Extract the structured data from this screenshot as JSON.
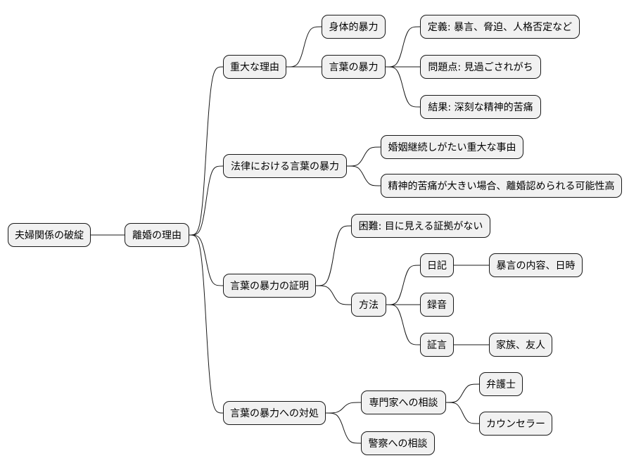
{
  "diagram": {
    "type": "mindmap",
    "colors": {
      "node_fill": "#f1f1f1",
      "node_border": "#181818",
      "line": "#181818"
    },
    "root": {
      "label": "夫婦関係の破綻",
      "children": [
        {
          "label": "離婚の理由",
          "children": [
            {
              "label": "重大な理由",
              "children": [
                {
                  "label": "身体的暴力"
                },
                {
                  "label": "言葉の暴力",
                  "children": [
                    {
                      "label": "定義: 暴言、脅迫、人格否定など"
                    },
                    {
                      "label": "問題点: 見過ごされがち"
                    },
                    {
                      "label": "結果: 深刻な精神的苦痛"
                    }
                  ]
                }
              ]
            },
            {
              "label": "法律における言葉の暴力",
              "children": [
                {
                  "label": "婚姻継続しがたい重大な事由"
                },
                {
                  "label": "精神的苦痛が大きい場合、離婚認められる可能性高"
                }
              ]
            },
            {
              "label": "言葉の暴力の証明",
              "children": [
                {
                  "label": "困難: 目に見える証拠がない"
                },
                {
                  "label": "方法",
                  "children": [
                    {
                      "label": "日記",
                      "children": [
                        {
                          "label": "暴言の内容、日時"
                        }
                      ]
                    },
                    {
                      "label": "録音"
                    },
                    {
                      "label": "証言",
                      "children": [
                        {
                          "label": "家族、友人"
                        }
                      ]
                    }
                  ]
                }
              ]
            },
            {
              "label": "言葉の暴力への対処",
              "children": [
                {
                  "label": "専門家への相談",
                  "children": [
                    {
                      "label": "弁護士"
                    },
                    {
                      "label": "カウンセラー"
                    }
                  ]
                },
                {
                  "label": "警察への相談"
                }
              ]
            }
          ]
        }
      ]
    }
  }
}
